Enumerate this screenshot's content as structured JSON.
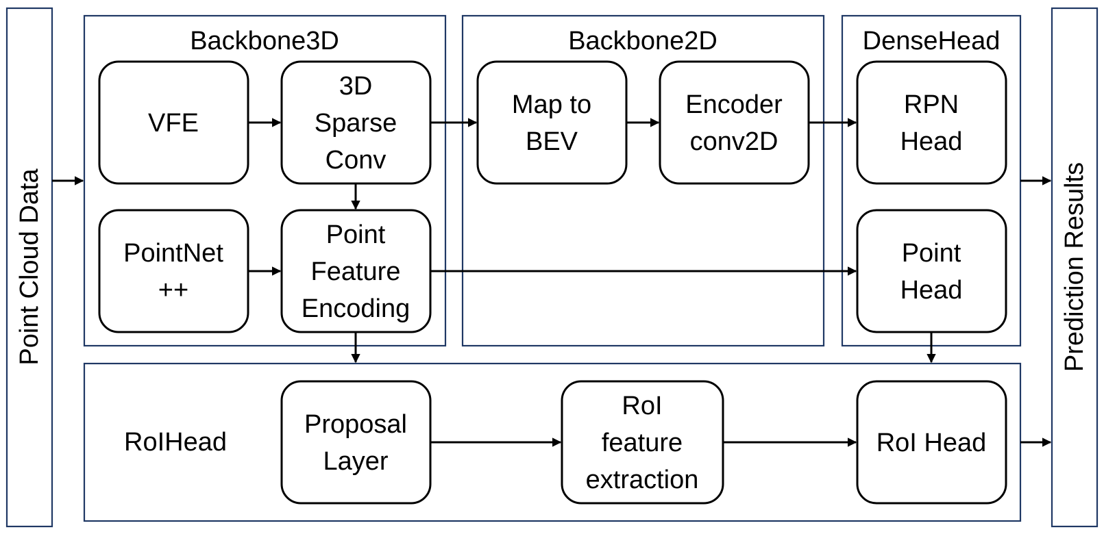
{
  "colors": {
    "panel_border": "#1f3864",
    "node_border": "#000000",
    "background": "#ffffff"
  },
  "input": {
    "label": "Point Cloud Data"
  },
  "output": {
    "label": "Prediction Results"
  },
  "panels": {
    "backbone3d": {
      "title": "Backbone3D"
    },
    "backbone2d": {
      "title": "Backbone2D"
    },
    "densehead": {
      "title": "DenseHead"
    },
    "roihead": {
      "title": "RoIHead"
    }
  },
  "nodes": {
    "vfe": {
      "lines": [
        "VFE"
      ]
    },
    "sparse_conv": {
      "lines": [
        "3D",
        "Sparse",
        "Conv"
      ]
    },
    "pointnet": {
      "lines": [
        "PointNet",
        "++"
      ]
    },
    "point_feature": {
      "lines": [
        "Point",
        "Feature",
        "Encoding"
      ]
    },
    "map_to_bev": {
      "lines": [
        "Map to",
        "BEV"
      ]
    },
    "encoder_conv2d": {
      "lines": [
        "Encoder",
        "conv2D"
      ]
    },
    "rpn_head": {
      "lines": [
        "RPN",
        "Head"
      ]
    },
    "point_head": {
      "lines": [
        "Point",
        "Head"
      ]
    },
    "proposal_layer": {
      "lines": [
        "Proposal",
        "Layer"
      ]
    },
    "roi_feature": {
      "lines": [
        "RoI",
        "feature",
        "extraction"
      ]
    },
    "roi_head": {
      "lines": [
        "RoI Head"
      ]
    }
  }
}
